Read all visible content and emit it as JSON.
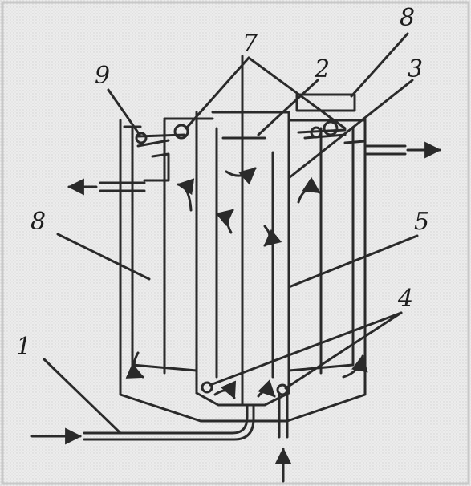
{
  "labels": {
    "feed_pipe": "1",
    "central_tube": "2",
    "chamber": "3",
    "nozzles": "4",
    "partition": "5",
    "section": "8",
    "weir": "9",
    "rod": "7",
    "top_cover": "8"
  },
  "colors": {
    "paper": "#ececec",
    "ink": "#2a2a2a",
    "frame": "#c8c8c8"
  }
}
